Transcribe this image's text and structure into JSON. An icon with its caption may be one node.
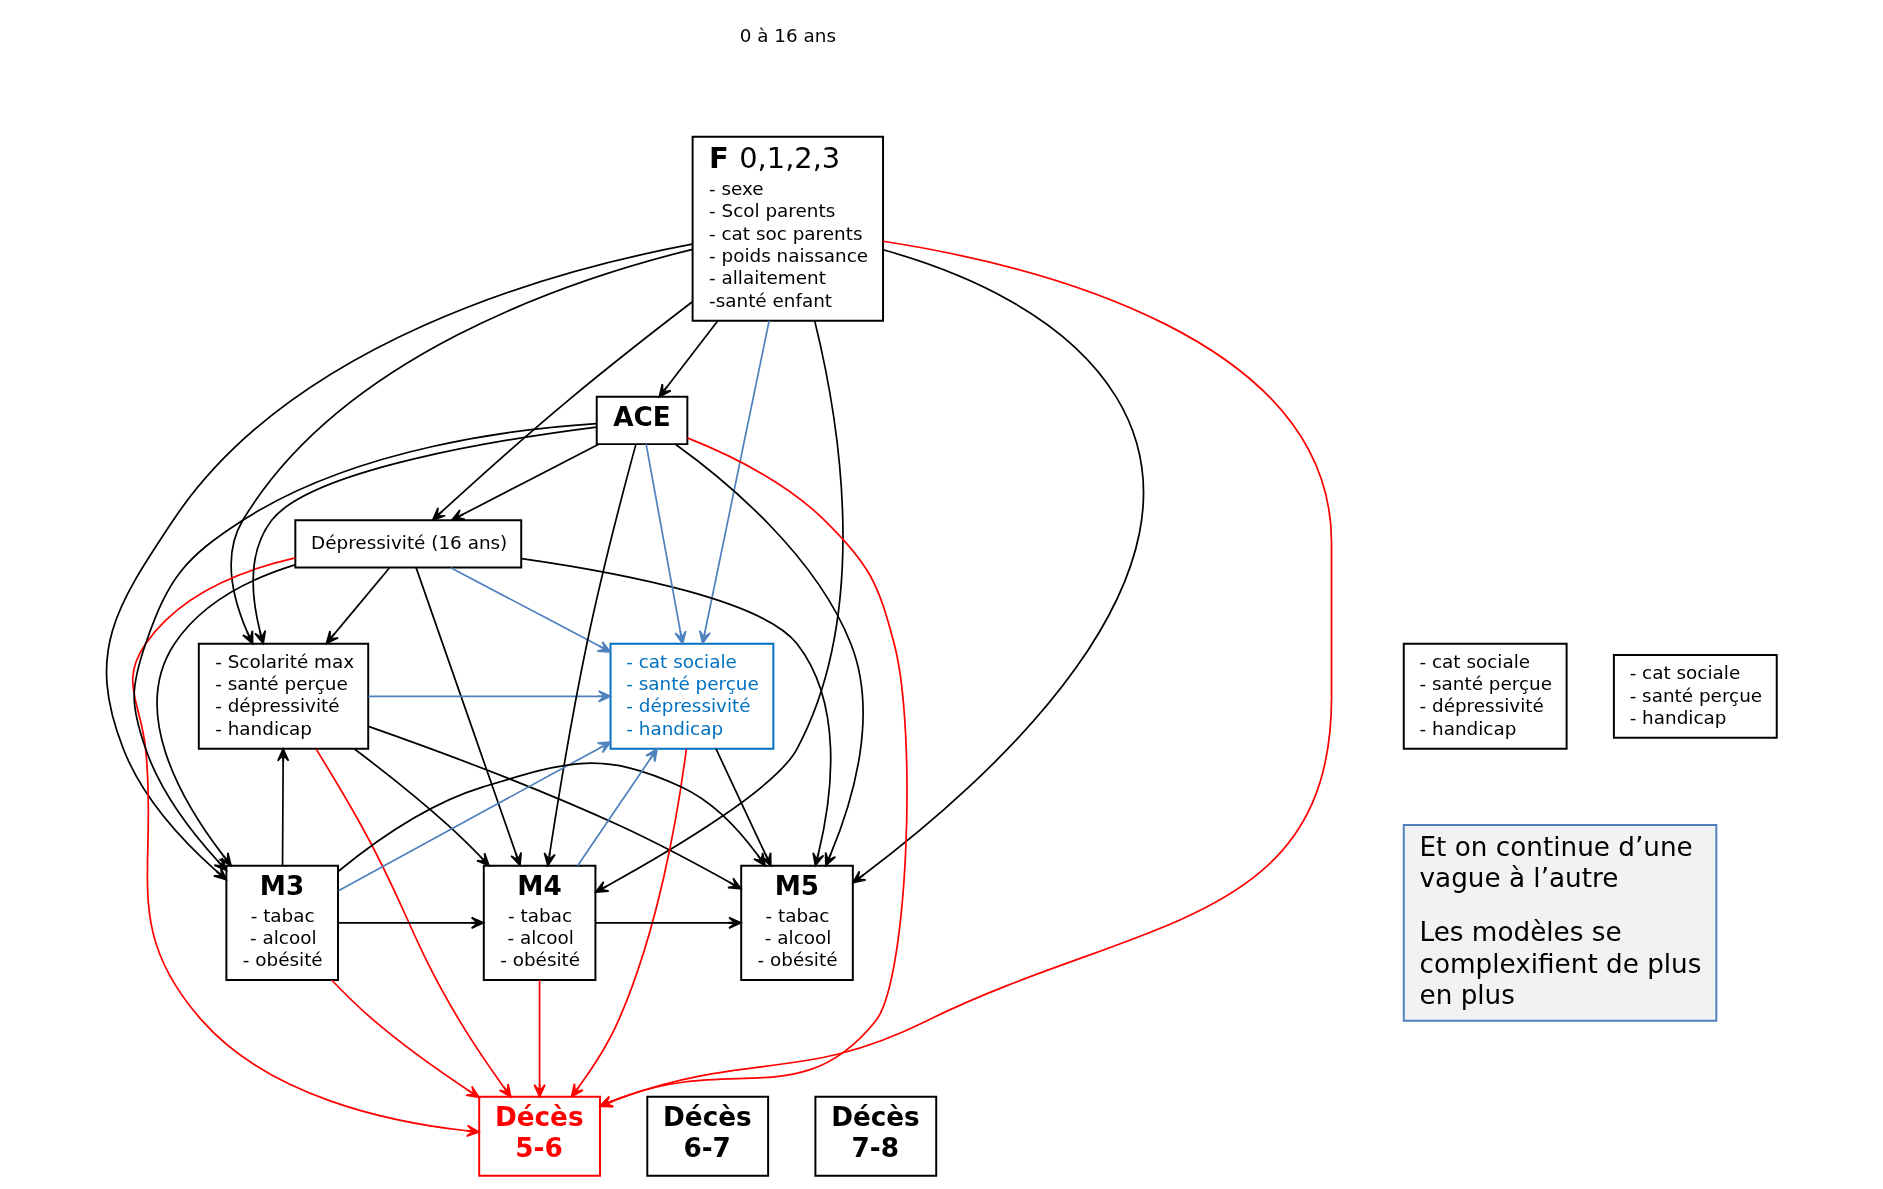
{
  "diagram": {
    "nodes": [
      {
        "text": [
          "**F** 0,1,2,3",
          "- sexe",
          "- Scol parents",
          "- cat soc parents",
          "- poids naissance",
          "- allaitement",
          "-santé enfant"
        ]
      },
      {
        "text": [
          "Dépressivité (16 ans)"
        ]
      },
      {
        "text": [
          "- Scolarité max",
          "- santé perçue",
          "- dépressivité",
          "- handicap"
        ]
      },
      {
        "text": [
          "- cat sociale",
          "- santé perçue",
          "- dépressivité",
          "- handicap"
        ]
      },
      {
        "text": [
          "- cat sociale",
          "- santé perçue",
          "- dépressivité",
          "- handicap"
        ]
      },
      {
        "text": [
          "- cat sociale",
          "- santé perçue",
          "- handicap"
        ]
      },
      {
        "text": [
          "ACE"
        ]
      },
      {
        "text": [
          "M3",
          "- tabac",
          "- alcool",
          "- obésité"
        ]
      },
      {
        "text": [
          "M4",
          "- tabac",
          "- alcool",
          "- obésité"
        ]
      },
      {
        "text": [
          "M5",
          "- tabac",
          "- alcool",
          "- obésité"
        ]
      },
      {
        "text": [
          "Et on continue d’une vague à l’autre",
          "Les modèles se complexifient de plus en plus"
        ]
      },
      {
        "text": [
          "Décès 5-6"
        ]
      },
      {
        "text": [
          "Décès 6-7"
        ]
      },
      {
        "text": [
          "Décès 7-8"
        ]
      }
    ],
    "edges": [
      {
        "from": 0,
        "to": 1,
        "arrow": "to"
      },
      {
        "from": 0,
        "to": 2,
        "arrow": "to"
      },
      {
        "from": 0,
        "to": 3,
        "arrow": "to",
        "color": "#4f81bd"
      },
      {
        "from": 0,
        "to": 6,
        "arrow": "to"
      },
      {
        "from": 0,
        "to": 7,
        "arrow": "to"
      },
      {
        "from": 0,
        "to": 8,
        "arrow": "to"
      },
      {
        "from": 0,
        "to": 9,
        "arrow": "to"
      },
      {
        "from": 0,
        "to": 11,
        "arrow": "to",
        "color": "#ff0000"
      },
      {
        "from": 1,
        "to": 2,
        "arrow": "to"
      },
      {
        "from": 1,
        "to": 3,
        "arrow": "to",
        "color": "#4f81bd"
      },
      {
        "from": 1,
        "to": 7,
        "arrow": "to"
      },
      {
        "from": 1,
        "to": 8,
        "arrow": "to"
      },
      {
        "from": 1,
        "to": 9,
        "arrow": "to"
      },
      {
        "from": 1,
        "to": 11,
        "arrow": "to",
        "color": "#ff0000"
      },
      {
        "from": 2,
        "to": 3,
        "arrow": "to",
        "color": "#4f81bd"
      },
      {
        "from": 2,
        "to": 8,
        "arrow": "to"
      },
      {
        "from": 2,
        "to": 9,
        "arrow": "to"
      },
      {
        "from": 2,
        "to": 11,
        "arrow": "to",
        "color": "#ff0000"
      },
      {
        "from": 3,
        "to": 9,
        "arrow": "to"
      },
      {
        "from": 3,
        "to": 11,
        "arrow": "to",
        "color": "#ff0000"
      },
      {
        "from": 6,
        "to": 1,
        "arrow": "to"
      },
      {
        "from": 6,
        "to": 2,
        "arrow": "to"
      },
      {
        "from": 6,
        "to": 3,
        "arrow": "to",
        "color": "#4f81bd"
      },
      {
        "from": 6,
        "to": 7,
        "arrow": "to"
      },
      {
        "from": 6,
        "to": 8,
        "arrow": "to"
      },
      {
        "from": 6,
        "to": 9,
        "arrow": "to"
      },
      {
        "from": 6,
        "to": 11,
        "arrow": "to",
        "color": "#ff0000"
      },
      {
        "from": 7,
        "to": 2,
        "arrow": "to"
      },
      {
        "from": 7,
        "to": 3,
        "arrow": "to",
        "color": "#4f81bd"
      },
      {
        "from": 7,
        "to": 8,
        "arrow": "to"
      },
      {
        "from": 7,
        "to": 9,
        "arrow": "to"
      },
      {
        "from": 7,
        "to": 11,
        "arrow": "to",
        "color": "#ff0000"
      },
      {
        "from": 8,
        "to": 3,
        "arrow": "to",
        "color": "#4f81bd"
      },
      {
        "from": 8,
        "to": 9,
        "arrow": "to"
      },
      {
        "from": 8,
        "to": 11,
        "arrow": "to",
        "color": "#ff0000"
      }
    ],
    "labels": [
      "0 à 16 ans"
    ]
  }
}
